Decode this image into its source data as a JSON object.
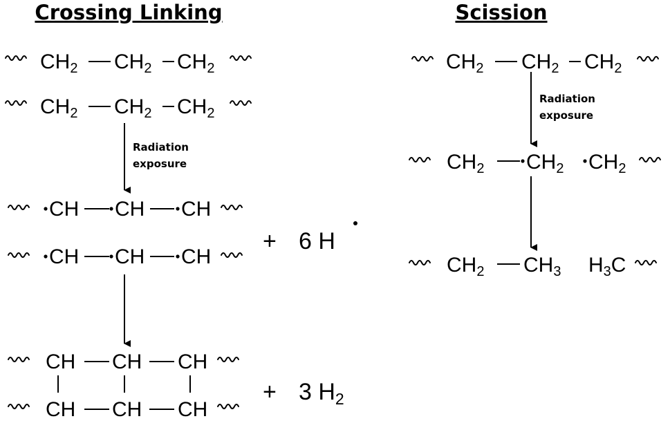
{
  "crosslinking": {
    "title": "Crossing Linking",
    "step1": {
      "chain1": [
        "CH",
        "CH",
        "CH"
      ],
      "chain2": [
        "CH",
        "CH",
        "CH"
      ],
      "subscript": "2"
    },
    "arrow_note": [
      "Radiation",
      "exposure"
    ],
    "step2": {
      "chain1": [
        "CH",
        "CH",
        "CH"
      ],
      "chain2": [
        "CH",
        "CH",
        "CH"
      ],
      "plus": "+",
      "product": "6 H"
    },
    "step3": {
      "chain1": [
        "CH",
        "CH",
        "CH"
      ],
      "chain2": [
        "CH",
        "CH",
        "CH"
      ],
      "plus": "+",
      "product": "3 H",
      "product_sub": "2"
    }
  },
  "scission": {
    "title": "Scission",
    "step1": {
      "chain": [
        "CH",
        "CH",
        "CH"
      ],
      "subscript": "2"
    },
    "arrow_note": [
      "Radiation",
      "exposure"
    ],
    "step2": {
      "left": "CH",
      "middle": "CH",
      "right": "CH",
      "subscript": "2"
    },
    "step3": {
      "left": "CH",
      "left_sub": "2",
      "middle": "CH",
      "middle_sub": "3",
      "right_h": "H",
      "right_sub": "3",
      "right_c": "C"
    }
  }
}
